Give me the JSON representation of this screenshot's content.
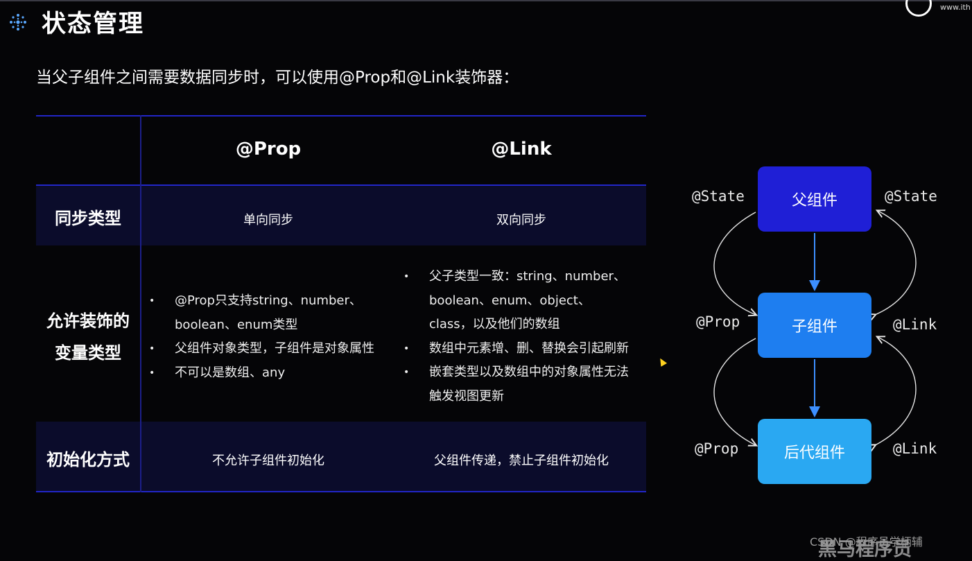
{
  "title": "状态管理",
  "subtitle": "当父子组件之间需要数据同步时，可以使用@Prop和@Link装饰器：",
  "corner": {
    "text": "www.ith"
  },
  "table": {
    "columns": [
      "@Prop",
      "@Link"
    ],
    "rows": [
      {
        "header": "同步类型",
        "prop": "单向同步",
        "link": "双向同步"
      },
      {
        "header_lines": [
          "允许装饰的",
          "变量类型"
        ],
        "prop_items": [
          [
            "@Prop只支持string、number、",
            "boolean、enum类型"
          ],
          [
            "父组件对象类型，子组件是对象属性"
          ],
          [
            "不可以是数组、any"
          ]
        ],
        "link_items": [
          [
            "父子类型一致：string、number、",
            "boolean、enum、object、",
            "class，以及他们的数组"
          ],
          [
            "数组中元素增、删、替换会引起刷新"
          ],
          [
            "嵌套类型以及数组中的对象属性无法",
            "触发视图更新"
          ]
        ]
      },
      {
        "header": "初始化方式",
        "prop": "不允许子组件初始化",
        "link": "父组件传递，禁止子组件初始化"
      }
    ]
  },
  "diagram": {
    "nodes": [
      "父组件",
      "子组件",
      "后代组件"
    ],
    "labels": {
      "left_top": "@State",
      "right_top": "@State",
      "left_mid": "@Prop",
      "right_mid": "@Link",
      "left_bot": "@Prop",
      "right_bot": "@Link"
    },
    "colors": {
      "node1": "#1f1fd6",
      "node2": "#1e7ef0",
      "node3": "#2aa8f2",
      "arrow": "#3d8fff"
    }
  },
  "watermark": {
    "csdn": "CSDN @程序员学柄辅",
    "brand": "黑马程序员"
  }
}
